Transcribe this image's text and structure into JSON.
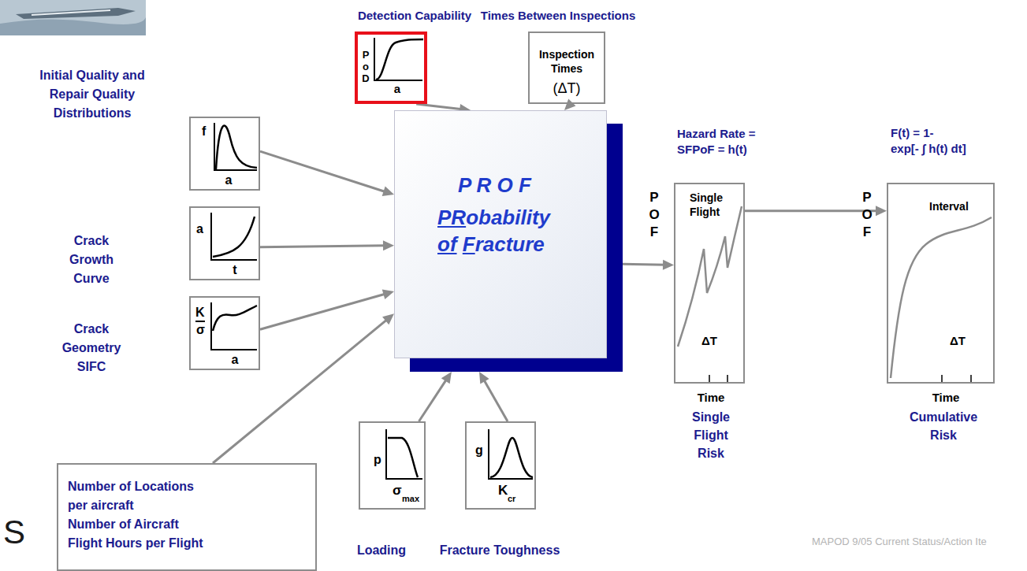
{
  "diagram": {
    "nodes": [
      {
        "text": [
          "Detection Capability",
          "P o D",
          "a"
        ]
      },
      {
        "text": [
          "Times Between Inspections",
          "Inspection Times",
          "(ΔT)"
        ]
      },
      {
        "text": [
          "Initial Quality and Repair Quality Distributions",
          "f",
          "a"
        ]
      },
      {
        "text": [
          "Hazard Rate = SFPoF = h(t)",
          "P O F",
          "Single Flight",
          "ΔT",
          "Time",
          "Single Flight Risk"
        ]
      },
      {
        "text": [
          "F(t) = 1-",
          "exp[- ∫ h(t) dt]",
          "P O F",
          "Interval",
          "ΔT",
          "Time",
          "Cumulative Risk"
        ]
      },
      {
        "text": [
          "Crack Growth Curve",
          "a",
          "t"
        ]
      },
      {
        "text": [
          "P R O F",
          "PRobability of Fracture"
        ]
      },
      {
        "text": [
          "Crack Geometry SIFC",
          "K",
          "σ",
          "a"
        ]
      },
      {
        "text": [
          "Number of Locations per aircraft",
          "Number of Aircraft",
          "Flight Hours per Flight"
        ]
      },
      {
        "text": [
          "Loading",
          "p",
          "σ",
          "max"
        ]
      },
      {
        "text": [
          "Fracture Toughness",
          "g",
          "K",
          "cr"
        ]
      }
    ],
    "edges": [
      {
        "from": 2,
        "to": 6,
        "arrow": "to"
      },
      {
        "from": 5,
        "to": 6,
        "arrow": "to"
      },
      {
        "from": 7,
        "to": 6,
        "arrow": "to"
      },
      {
        "from": 8,
        "to": 6,
        "arrow": "to"
      },
      {
        "from": 9,
        "to": 6,
        "arrow": "to"
      },
      {
        "from": 10,
        "to": 6,
        "arrow": "to"
      },
      {
        "from": 0,
        "to": 6,
        "arrow": "to"
      },
      {
        "from": 1,
        "to": 6,
        "arrow": "to"
      },
      {
        "from": 6,
        "to": 3,
        "arrow": "to"
      },
      {
        "from": 3,
        "to": 4,
        "arrow": "to"
      }
    ],
    "labels": [
      "S",
      "MAPOD 9/05 Current Status/Action Ite"
    ]
  }
}
